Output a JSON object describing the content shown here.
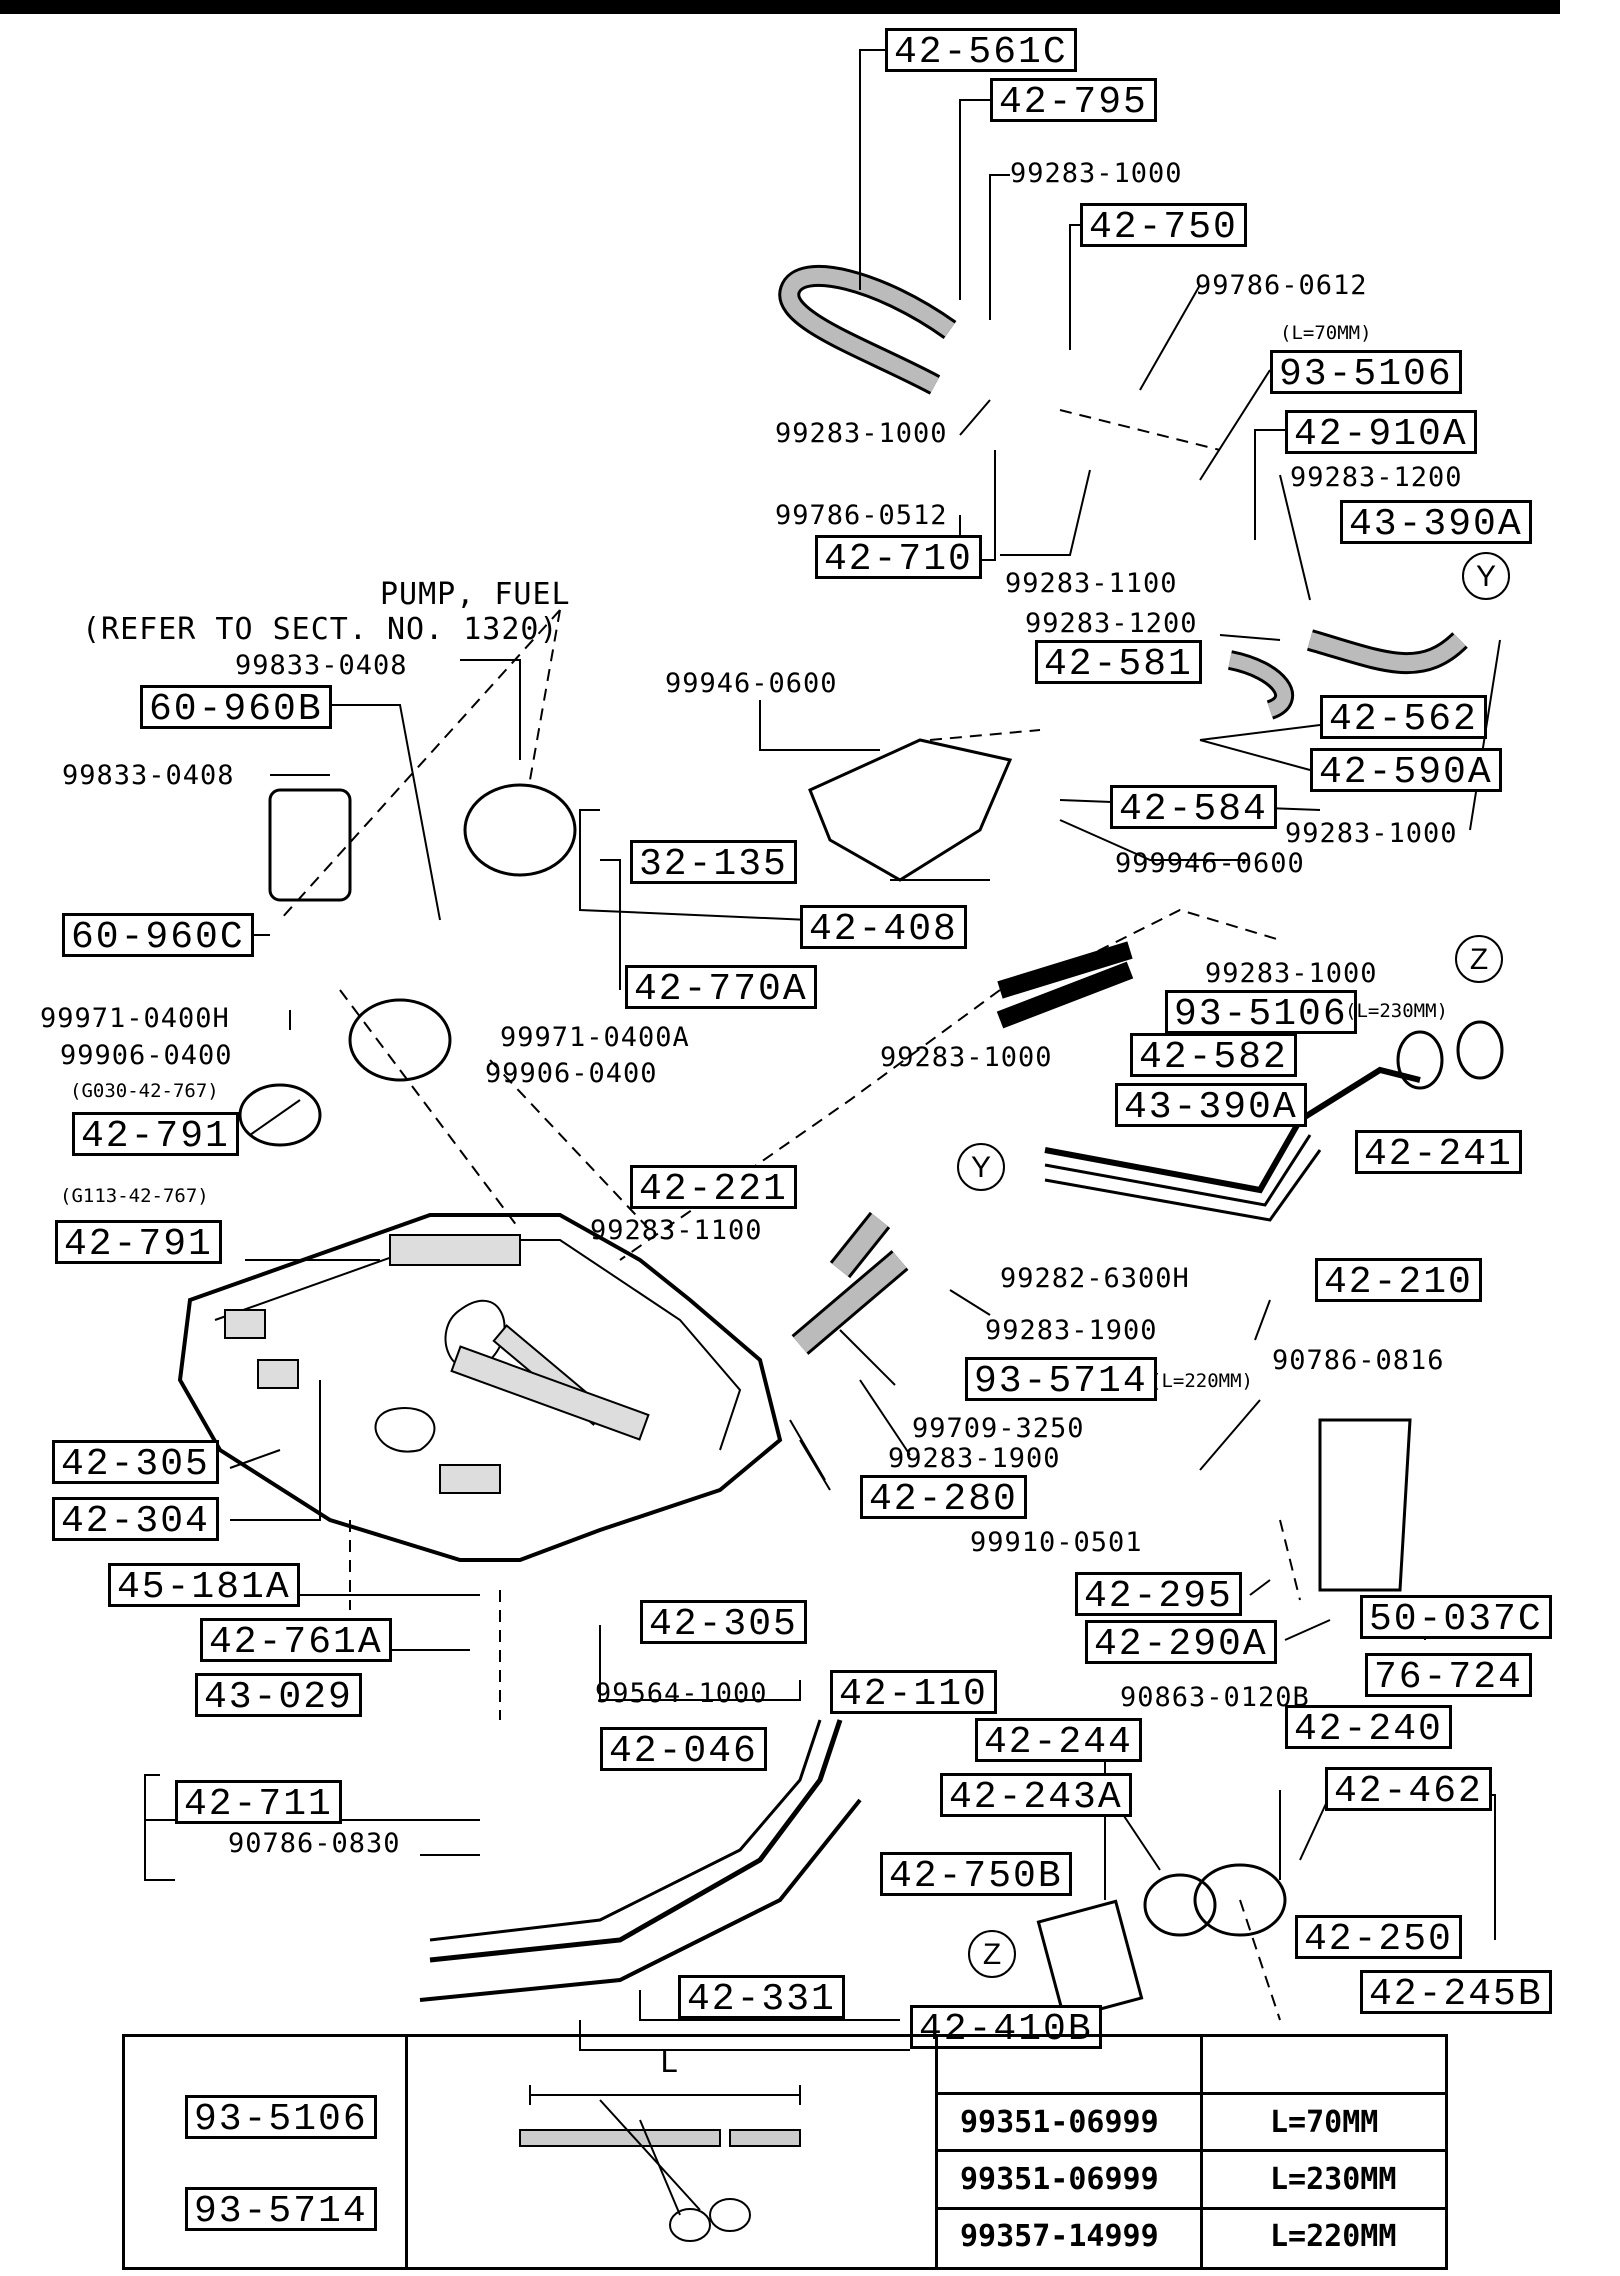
{
  "labels": {
    "l42_561C": "42-561C",
    "l42_795": "42-795",
    "t99283_1000_a": "99283-1000",
    "l42_750": "42-750",
    "t99786_0612": "99786-0612",
    "n_L70": "(L=70MM)",
    "l93_5106_a": "93-5106",
    "l42_910A": "42-910A",
    "t99283_1000_b": "99283-1000",
    "t99283_1200_a": "99283-1200",
    "t99786_0512": "99786-0512",
    "l43_390A_a": "43-390A",
    "l42_710": "42-710",
    "t99283_1100_a": "99283-1100",
    "t99283_1200_b": "99283-1200",
    "l42_581": "42-581",
    "l42_562": "42-562",
    "l42_590A": "42-590A",
    "t99283_1000_c": "99283-1000",
    "pump_title": "PUMP, FUEL",
    "pump_ref": "(REFER TO SECT. NO. 1320)",
    "t99833_0408_a": "99833-0408",
    "l60_960B": "60-960B",
    "t99833_0408_b": "99833-0408",
    "t99946_0600": "99946-0600",
    "l42_584": "42-584",
    "t999946_0600": "999946-0600",
    "l32_135": "32-135",
    "l42_408": "42-408",
    "l60_960C": "60-960C",
    "t99283_1000_d": "99283-1000",
    "l93_5106_b": "93-5106",
    "n_L230": "(L=230MM)",
    "l42_770A": "42-770A",
    "t99971_0400H": "99971-0400H",
    "t99971_0400A": "99971-0400A",
    "t99906_0400_a": "99906-0400",
    "t99906_0400_b": "99906-0400",
    "t99283_1000_e": "99283-1000",
    "l42_582": "42-582",
    "l43_390A_b": "43-390A",
    "n_G030": "(G030-42-767)",
    "l42_791_a": "42-791",
    "l42_241": "42-241",
    "n_G113": "(G113-42-767)",
    "l42_221": "42-221",
    "l42_791_b": "42-791",
    "t99283_1100_b": "99283-1100",
    "t99282_6300H": "99282-6300H",
    "l42_210": "42-210",
    "t99283_1900_a": "99283-1900",
    "l93_5714": "93-5714",
    "n_L220": "(L=220MM)",
    "t90786_0816": "90786-0816",
    "t99709_3250": "99709-3250",
    "l42_305_a": "42-305",
    "t99283_1900_b": "99283-1900",
    "l42_304": "42-304",
    "l42_280": "42-280",
    "t99910_0501": "99910-0501",
    "l45_181A": "45-181A",
    "l42_295": "42-295",
    "l50_037C": "50-037C",
    "l42_305_b": "42-305",
    "l42_290A": "42-290A",
    "l42_761A": "42-761A",
    "l76_724": "76-724",
    "l43_029": "43-029",
    "t99564_1000": "99564-1000",
    "l42_110": "42-110",
    "t90863_0120B": "90863-0120B",
    "l42_240": "42-240",
    "l42_244": "42-244",
    "l42_046": "42-046",
    "l42_711": "42-711",
    "l42_243A": "42-243A",
    "l42_462": "42-462",
    "t90786_0830": "90786-0830",
    "l42_750B": "42-750B",
    "l42_250": "42-250",
    "l42_245B": "42-245B",
    "l42_331": "42-331",
    "l42_410B": "42-410B",
    "cY1": "Y",
    "cY2": "Y",
    "cZ1": "Z",
    "cZ2": "Z"
  },
  "legend": {
    "length_symbol": "L",
    "parts": [
      "93-5106",
      "93-5714"
    ],
    "rows": [
      {
        "part": "99351-06999",
        "length": "L=70MM"
      },
      {
        "part": "99351-06999",
        "length": "L=230MM"
      },
      {
        "part": "99357-14999",
        "length": "L=220MM"
      }
    ]
  }
}
